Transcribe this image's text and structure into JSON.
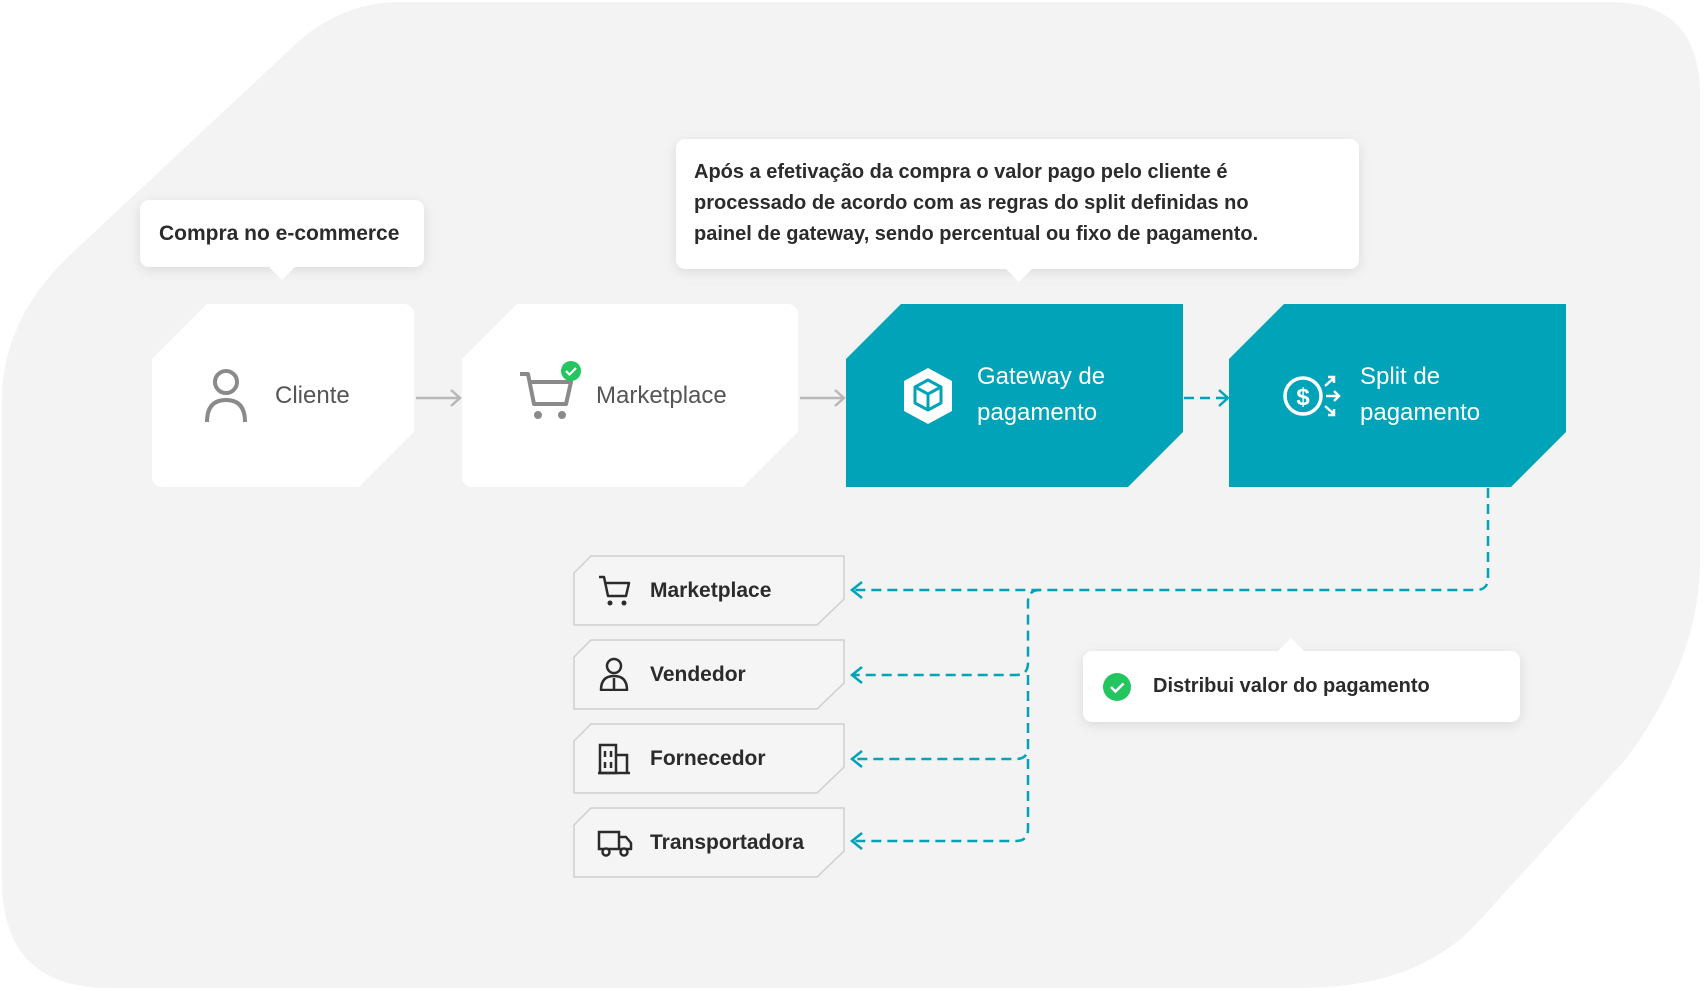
{
  "tooltips": {
    "cliente": "Compra no e-commerce",
    "gateway_lines": [
      "Após a efetivação da compra o valor pago pelo cliente é",
      "processado de acordo com as regras do split definidas no",
      "painel de gateway, sendo percentual ou fixo de pagamento."
    ],
    "distribui": "Distribui valor do pagamento"
  },
  "flow": {
    "cliente": "Cliente",
    "marketplace": "Marketplace",
    "gateway": [
      "Gateway de",
      "pagamento"
    ],
    "split": [
      "Split de",
      "pagamento"
    ]
  },
  "recipients": [
    {
      "label": "Marketplace",
      "icon": "cart-icon"
    },
    {
      "label": "Vendedor",
      "icon": "seller-icon"
    },
    {
      "label": "Fornecedor",
      "icon": "building-icon"
    },
    {
      "label": "Transportadora",
      "icon": "truck-icon"
    }
  ],
  "colors": {
    "teal": "#00a3b8",
    "background": "#f3f3f3",
    "check_green": "#22c55e"
  }
}
